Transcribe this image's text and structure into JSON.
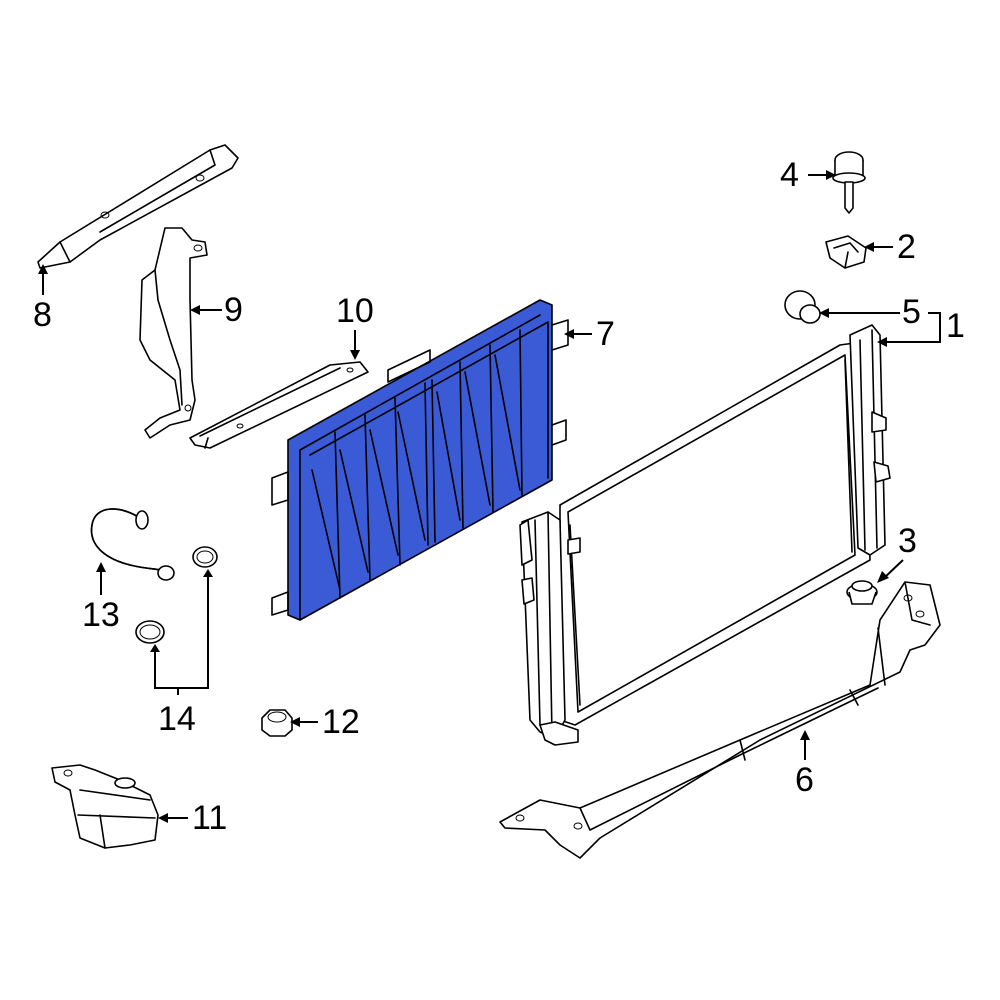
{
  "highlight_color": "#3b5bd6",
  "callouts": [
    {
      "id": "1",
      "label": "1"
    },
    {
      "id": "2",
      "label": "2"
    },
    {
      "id": "3",
      "label": "3"
    },
    {
      "id": "4",
      "label": "4"
    },
    {
      "id": "5",
      "label": "5"
    },
    {
      "id": "6",
      "label": "6"
    },
    {
      "id": "7",
      "label": "7"
    },
    {
      "id": "8",
      "label": "8"
    },
    {
      "id": "9",
      "label": "9"
    },
    {
      "id": "10",
      "label": "10"
    },
    {
      "id": "11",
      "label": "11"
    },
    {
      "id": "12",
      "label": "12"
    },
    {
      "id": "13",
      "label": "13"
    },
    {
      "id": "14",
      "label": "14"
    }
  ]
}
